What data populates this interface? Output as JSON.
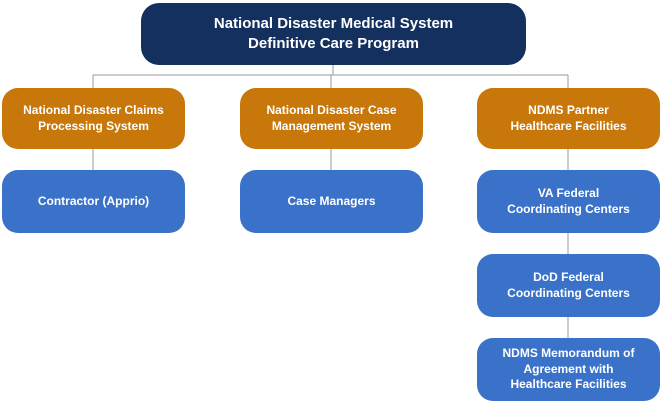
{
  "root": {
    "label": "National Disaster Medical System\nDefinitive Care Program"
  },
  "branches": [
    {
      "label": "National Disaster Claims\nProcessing System",
      "children": [
        "Contractor (Apprio)"
      ]
    },
    {
      "label": "National Disaster Case\nManagement System",
      "children": [
        "Case Managers"
      ]
    },
    {
      "label": "NDMS Partner\nHealthcare Facilities",
      "children": [
        "VA Federal\nCoordinating Centers",
        "DoD Federal\nCoordinating Centers",
        "NDMS Memorandum of\nAgreement with\nHealthcare Facilities"
      ]
    }
  ],
  "colors": {
    "root": "#14305e",
    "branch": "#c8780a",
    "leaf": "#3b72c9",
    "connector": "#9a9a9a"
  }
}
